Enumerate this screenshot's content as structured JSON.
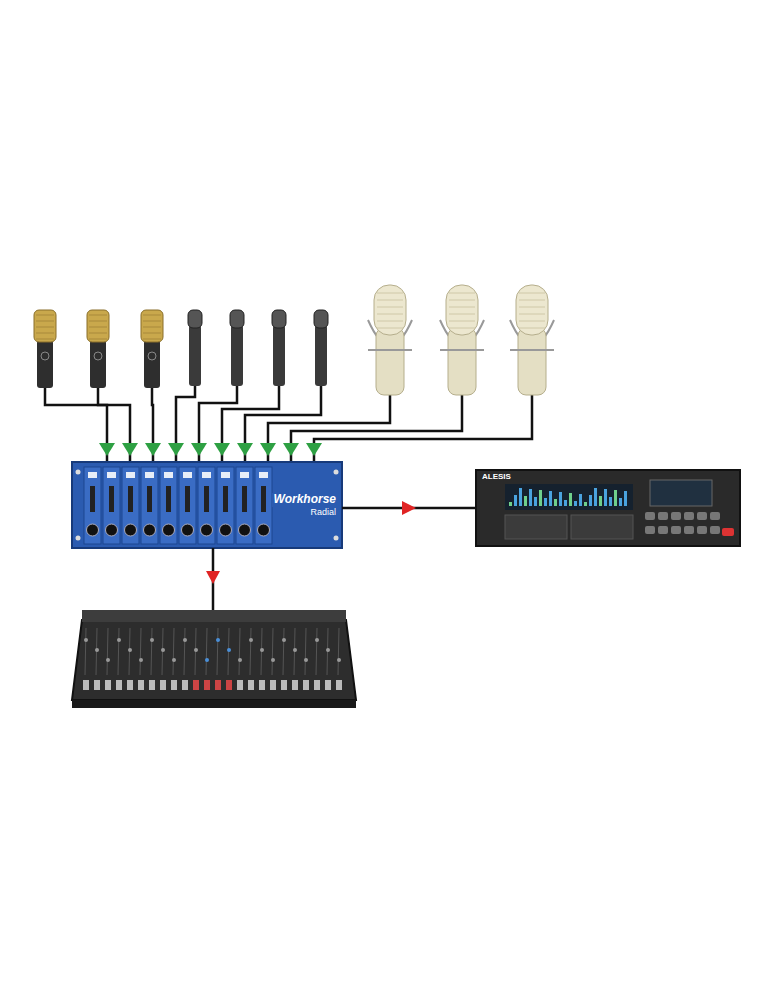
{
  "diagram": {
    "nodes": [
      {
        "text": [
          "Workhorse",
          "Radial"
        ]
      },
      {
        "text": [
          "ALESIS"
        ]
      }
    ],
    "edges": [
      {
        "from": 0,
        "to": 1,
        "arrow": "to"
      }
    ]
  }
}
